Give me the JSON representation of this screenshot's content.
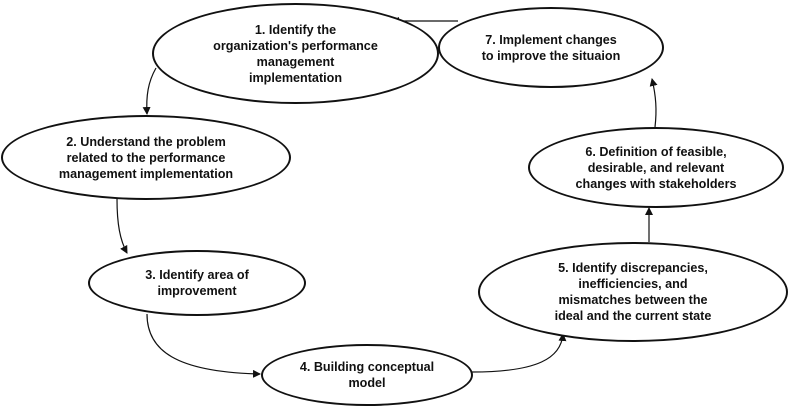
{
  "diagram": {
    "steps": [
      {
        "id": "1",
        "label": "1. Identify the\norganization's performance\nmanagement\nimplementation"
      },
      {
        "id": "2",
        "label": "2. Understand the problem\nrelated to the performance\nmanagement implementation"
      },
      {
        "id": "3",
        "label": "3. Identify area of\nimprovement"
      },
      {
        "id": "4",
        "label": "4. Building conceptual\nmodel"
      },
      {
        "id": "5",
        "label": "5. Identify discrepancies,\ninefficiencies, and\nmismatches between the\nideal and the current state"
      },
      {
        "id": "6",
        "label": "6. Definition of feasible,\ndesirable, and relevant\nchanges with stakeholders"
      },
      {
        "id": "7",
        "label": "7. Implement changes\nto improve the situaion"
      }
    ],
    "colors": {
      "stroke": "#111111",
      "fill": "#ffffff",
      "text": "#111111"
    }
  }
}
